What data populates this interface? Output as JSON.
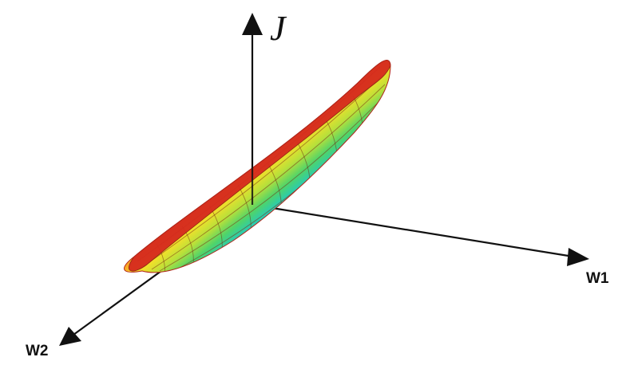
{
  "labels": {
    "j_axis": "J",
    "w1_axis": "W1",
    "w2_axis": "W2"
  },
  "surface": {
    "kind": "elongated bowl",
    "color_bands": [
      "#1e3fbf",
      "#1f8fe0",
      "#22c9c0",
      "#4fd46a",
      "#b8e03a",
      "#f2e02a",
      "#f9a326",
      "#ef5a24",
      "#d82a1e"
    ],
    "rim_color": "#d62a1e",
    "wire_color": "#6a2a10"
  },
  "axes": {
    "color": "#111111"
  }
}
